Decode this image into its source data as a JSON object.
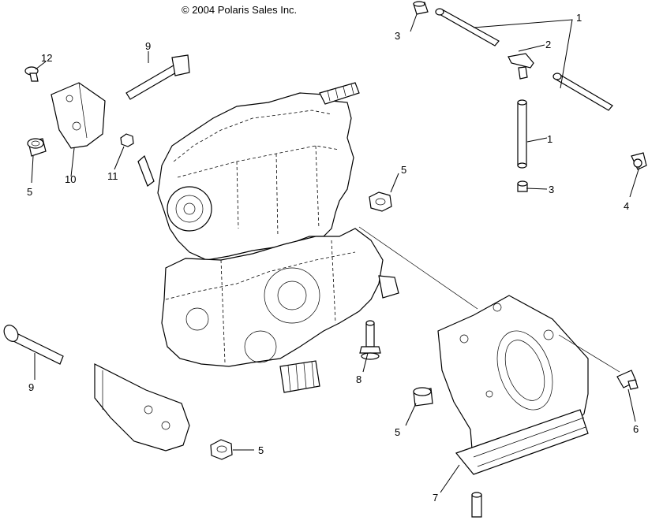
{
  "copyright": "© 2004 Polaris Sales Inc.",
  "callouts": {
    "c1a": "1",
    "c1b": "1",
    "c2": "2",
    "c3a": "3",
    "c3b": "3",
    "c4": "4",
    "c5a": "5",
    "c5b": "5",
    "c5c": "5",
    "c5d": "5",
    "c6": "6",
    "c7": "7",
    "c8": "8",
    "c9a": "9",
    "c9b": "9",
    "c10": "10",
    "c11": "11",
    "c12": "12"
  }
}
